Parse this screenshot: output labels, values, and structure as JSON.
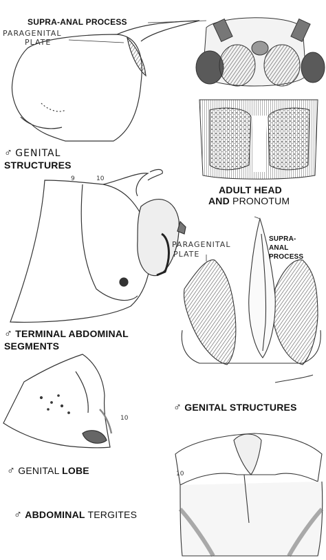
{
  "plates": {
    "top_left": {
      "supra_anal": "SUPRA-ANAL PROCESS",
      "paragenital_1": "PARAGENITAL",
      "paragenital_2": "PLATE",
      "caption_symbol": "♂",
      "caption_word1": "GENITAL",
      "caption_word2": "STRUCTURES"
    },
    "top_right": {
      "caption_line1": "ADULT HEAD",
      "caption_and": "AND",
      "caption_pronotum": "PRONOTUM"
    },
    "mid_left": {
      "seg9": "9",
      "seg10": "10",
      "caption_symbol": "♂",
      "caption_line1": "TERMINAL ABDOMINAL",
      "caption_line2": "SEGMENTS"
    },
    "mid_right": {
      "supra_1": "SUPRA-",
      "supra_2": "ANAL",
      "supra_3": "PROCESS",
      "paragenital_1": "PARAGENITAL",
      "paragenital_2": "PLATE",
      "caption_symbol": "♂",
      "caption": "GENITAL STRUCTURES"
    },
    "lower_left": {
      "seg10": "10",
      "caption_symbol": "♂",
      "caption_word1": "GENITAL",
      "caption_word2": "LOBE"
    },
    "bottom_left": {
      "caption_symbol": "♂",
      "caption_word1": "ABDOMINAL",
      "caption_word2": "TERGITES"
    },
    "bottom_right": {
      "seg10": "10"
    }
  }
}
